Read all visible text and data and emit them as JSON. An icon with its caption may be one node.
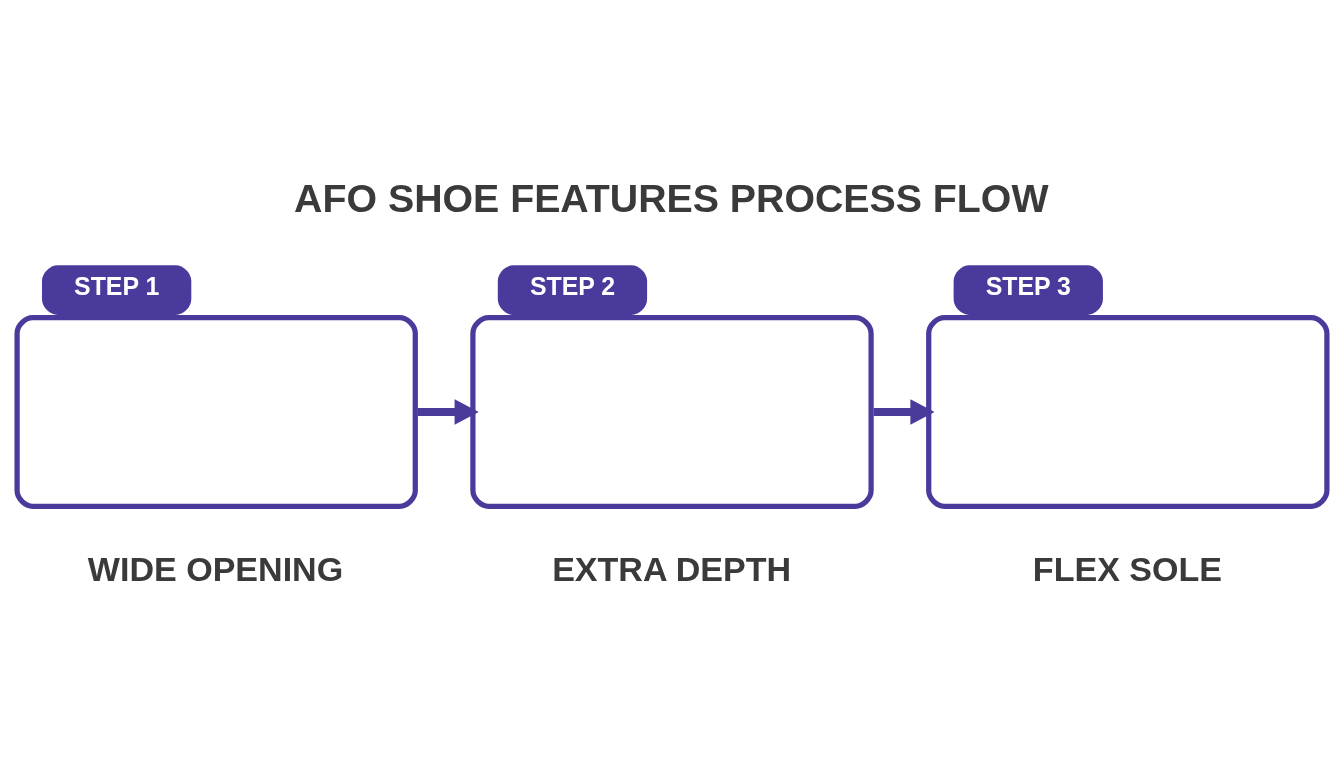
{
  "diagram": {
    "title": "AFO SHOE FEATURES PROCESS FLOW",
    "nodes": [
      {
        "text": [
          "STEP 1"
        ],
        "beside": [
          "WIDE OPENING"
        ]
      },
      {
        "text": [
          "STEP 2"
        ],
        "beside": [
          "EXTRA DEPTH"
        ]
      },
      {
        "text": [
          "STEP 3"
        ],
        "beside": [
          "FLEX SOLE"
        ]
      }
    ],
    "edges": [
      {
        "from": 0,
        "to": 1,
        "arrow": "to"
      },
      {
        "from": 1,
        "to": 2,
        "arrow": "to"
      }
    ]
  }
}
